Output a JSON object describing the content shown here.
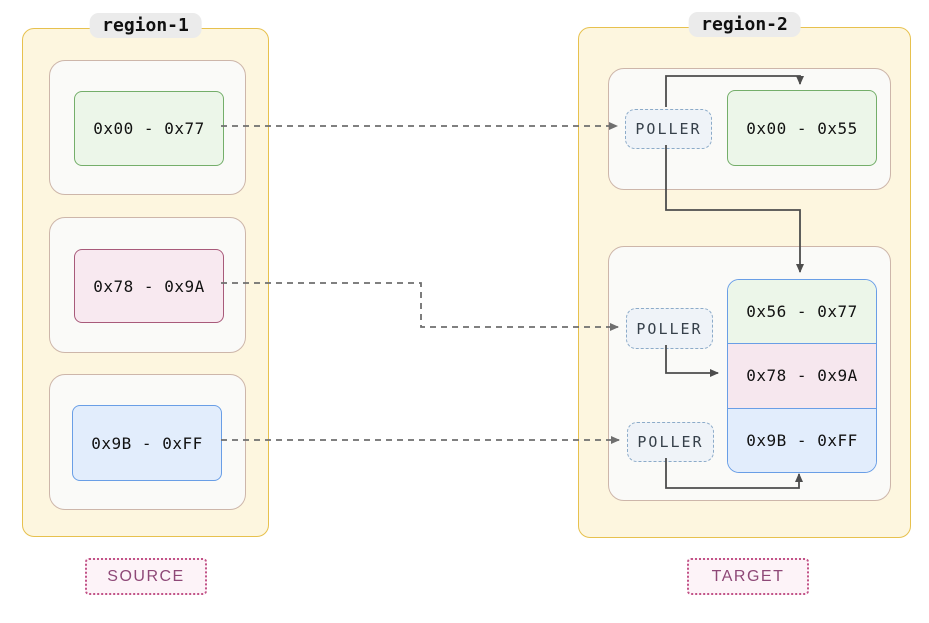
{
  "regions": {
    "source": {
      "title": "region-1",
      "tag": "SOURCE",
      "blocks": [
        {
          "label": "0x00 - 0x77",
          "color": "green"
        },
        {
          "label": "0x78 - 0x9A",
          "color": "pink"
        },
        {
          "label": "0x9B - 0xFF",
          "color": "blue"
        }
      ]
    },
    "target": {
      "title": "region-2",
      "tag": "TARGET",
      "poller_label": "POLLER",
      "top_block": {
        "label": "0x00 - 0x55",
        "color": "green"
      },
      "stack": [
        {
          "label": "0x56 - 0x77",
          "color": "green"
        },
        {
          "label": "0x78 - 0x9A",
          "color": "pink"
        },
        {
          "label": "0x9B - 0xFF",
          "color": "blue"
        }
      ]
    }
  },
  "colors": {
    "region_fill": "#fdf6df",
    "region_border": "#e7c14e",
    "group_fill": "#fafaf8",
    "group_border": "#cdb6aa",
    "block_green_fill": "#ecf6e9",
    "block_green_border": "#74ae6a",
    "block_pink_fill": "#f8e9f0",
    "block_pink_border": "#a85a7a",
    "block_blue_fill": "#e2edfc",
    "block_blue_border": "#699ee6",
    "poller_fill": "#eff3f8",
    "poller_border": "#8cabc9",
    "badge_bg": "#ebebeb",
    "tag_border": "#c25387",
    "tag_text": "#8e4877",
    "edge_solid": "#4d4d4d",
    "edge_dashed": "#6f6f6f"
  }
}
